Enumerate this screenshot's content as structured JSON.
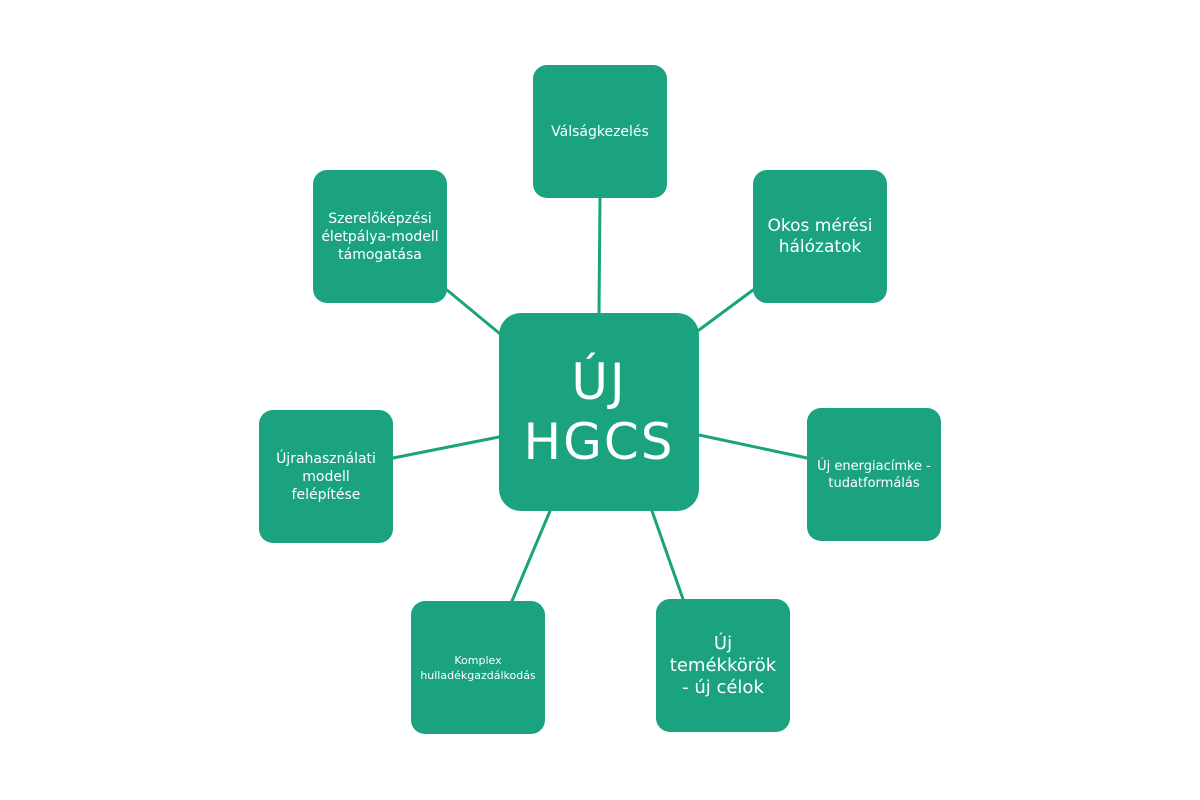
{
  "diagram": {
    "center_label": "ÚJ HGCS",
    "nodes": {
      "valsagkezeles": "Válságkezelés",
      "okos_meresi": "Okos mérési hálózatok",
      "uj_energiacimke": "Új energiacímke - tudatformálás",
      "uj_termekkorok": "Új temékkörök - új célok",
      "komplex_hulladek": "Komplex hulladékgazdálkodás",
      "ujrahasznalati": "Újrahasználati modell felépítése",
      "szerelokepzesi": "Szerelőképzési életpálya-modell támogatása"
    }
  },
  "colors": {
    "node_fill": "#1aa37e",
    "connector": "#1aa37e",
    "text": "#ffffff",
    "background": "#ffffff"
  }
}
